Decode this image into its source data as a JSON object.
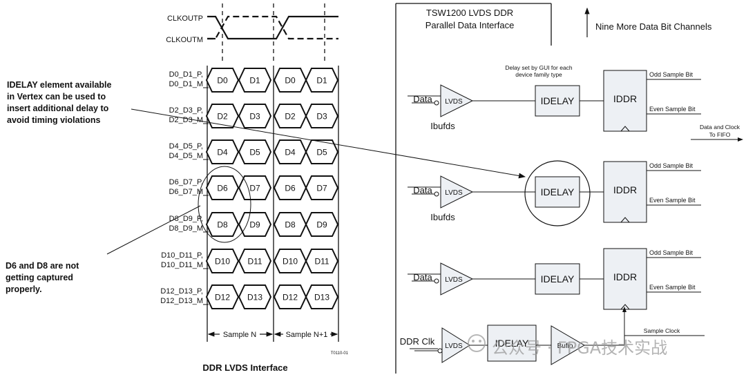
{
  "timing": {
    "clk_top": "CLKOUTP",
    "clk_bottom": "CLKOUTM",
    "channels": [
      {
        "p": "D0_D1_P,",
        "m": "D0_D1_M",
        "cells": [
          "D0",
          "D1",
          "D0",
          "D1"
        ]
      },
      {
        "p": "D2_D3_P,",
        "m": "D2_D3_M",
        "cells": [
          "D2",
          "D3",
          "D2",
          "D3"
        ]
      },
      {
        "p": "D4_D5_P,",
        "m": "D4_D5_M",
        "cells": [
          "D4",
          "D5",
          "D4",
          "D5"
        ]
      },
      {
        "p": "D6_D7_P,",
        "m": "D6_D7_M",
        "cells": [
          "D6",
          "D7",
          "D6",
          "D7"
        ]
      },
      {
        "p": "D8_D9_P,",
        "m": "D8_D9_M",
        "cells": [
          "D8",
          "D9",
          "D8",
          "D9"
        ]
      },
      {
        "p": "D10_D11_P,",
        "m": "D10_D11_M",
        "cells": [
          "D10",
          "D11",
          "D10",
          "D11"
        ]
      },
      {
        "p": "D12_D13_P,",
        "m": "D12_D13_M",
        "cells": [
          "D12",
          "D13",
          "D12",
          "D13"
        ]
      }
    ],
    "sample_n": "Sample N",
    "sample_n1": "Sample N+1",
    "fig_id": "T0110-01",
    "caption": "DDR LVDS Interface"
  },
  "annotations": {
    "idelay_note": [
      "IDELAY element available",
      "in Vertex can be used to",
      "insert additional delay to",
      "avoid timing violations"
    ],
    "capture_note": [
      "D6 and D8 are not",
      "getting captured",
      "properly."
    ]
  },
  "fpga": {
    "title_line1": "TSW1200 LVDS DDR",
    "title_line2": "Parallel Data Interface",
    "nine_more": "Nine More Data Bit Channels",
    "delay_note_line1": "Delay set by GUI for each",
    "delay_note_line2": "device family type",
    "rows": [
      {
        "input": "Data",
        "buf": "LVDS",
        "ibufds": "Ibufds",
        "idelay": "IDELAY",
        "iddr": "IDDR",
        "odd": "Odd Sample Bit",
        "even": "Even Sample Bit"
      },
      {
        "input": "Data",
        "buf": "LVDS",
        "ibufds": "Ibufds",
        "idelay": "IDELAY",
        "iddr": "IDDR",
        "odd": "Odd Sample Bit",
        "even": "Even Sample Bit"
      },
      {
        "input": "Data",
        "buf": "LVDS",
        "idelay": "IDELAY",
        "iddr": "IDDR",
        "odd": "Odd Sample Bit",
        "even": "Even Sample Bit"
      }
    ],
    "fifo_line1": "Data and Clock",
    "fifo_line2": "To FIFO",
    "clk_input": "DDR Clk",
    "clk_buf": "LVDS",
    "clk_idelay": "IDELAY",
    "bufio": "Bufio",
    "sample_clock": "Sample Clock"
  },
  "watermark": "公众号 · FPGA技术实战",
  "colors": {
    "box_fill": "#edf0f4",
    "line": "#111111",
    "watermark": "#9a9a9a"
  }
}
